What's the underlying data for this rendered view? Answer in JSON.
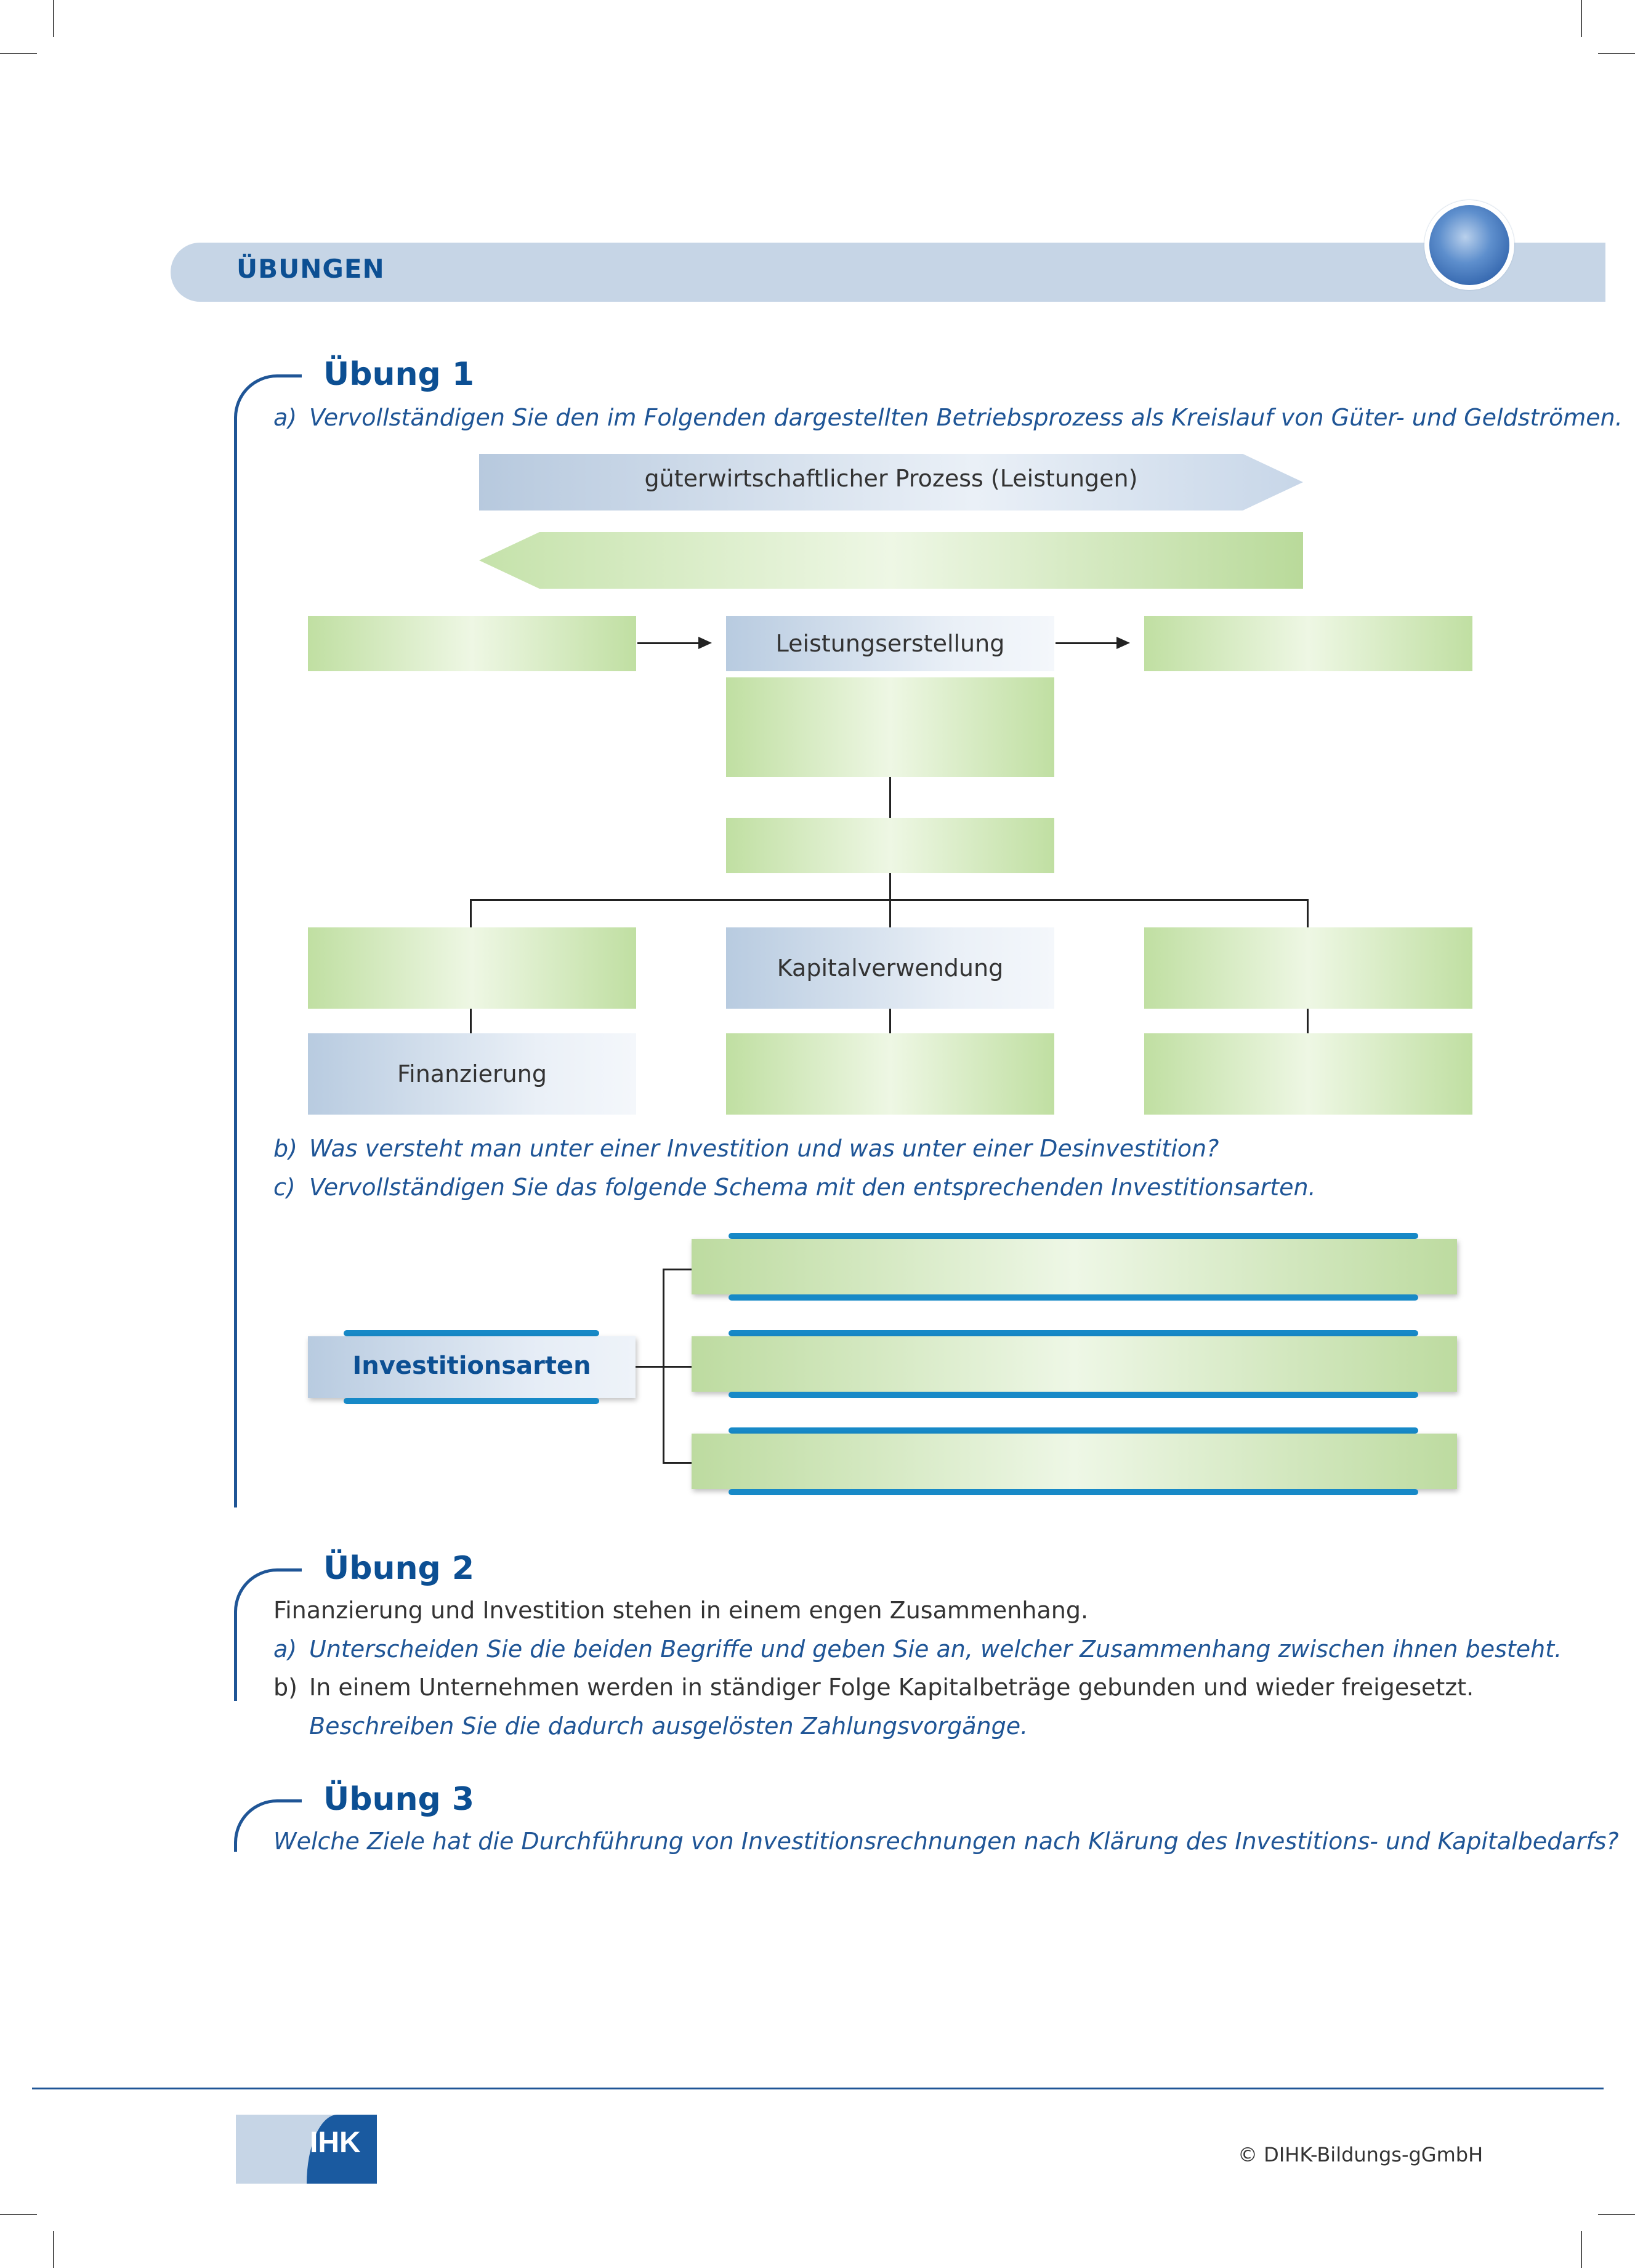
{
  "header": {
    "title": "ÜBUNGEN"
  },
  "exercise1": {
    "title": "Übung 1",
    "task_a_letter": "a)",
    "task_a": "Vervollständigen Sie den im Folgenden dargestellten Betriebsprozess als Kreislauf von Güter- und Geldströmen.",
    "diagram": {
      "process_top": "güterwirtschaftlicher Prozess (Leistungen)",
      "process_bottom": "",
      "leistungserstellung": "Leistungserstellung",
      "kapitalverwendung": "Kapitalverwendung",
      "finanzierung": "Finanzierung"
    },
    "task_b_letter": "b)",
    "task_b": "Was versteht man unter einer Investition und was unter einer Desinvestition?",
    "task_c_letter": "c)",
    "task_c": "Vervollständigen Sie das folgende Schema mit den entsprechenden Investitionsarten.",
    "schema_root": "Investitionsarten"
  },
  "exercise2": {
    "title": "Übung 2",
    "intro": "Finanzierung und Investition stehen in einem engen Zusammenhang.",
    "task_a_letter": "a)",
    "task_a": "Unterscheiden Sie die beiden Begriffe und geben Sie an, welcher Zusammenhang zwischen ihnen besteht.",
    "task_b_letter": "b)",
    "task_b_line1": "In einem Unternehmen werden in ständiger Folge Kapitalbeträge gebunden und wieder freigesetzt.",
    "task_b_line2": "Beschreiben Sie die dadurch ausgelösten Zahlungsvorgänge."
  },
  "exercise3": {
    "title": "Übung 3",
    "question": "Welche Ziele hat die Durchführung von Investitionsrechnungen nach Klärung des Investitions- und Kapitalbedarfs?"
  },
  "footer": {
    "logo_text": "IHK",
    "copyright": "© DIHK-Bildungs-gGmbH"
  }
}
